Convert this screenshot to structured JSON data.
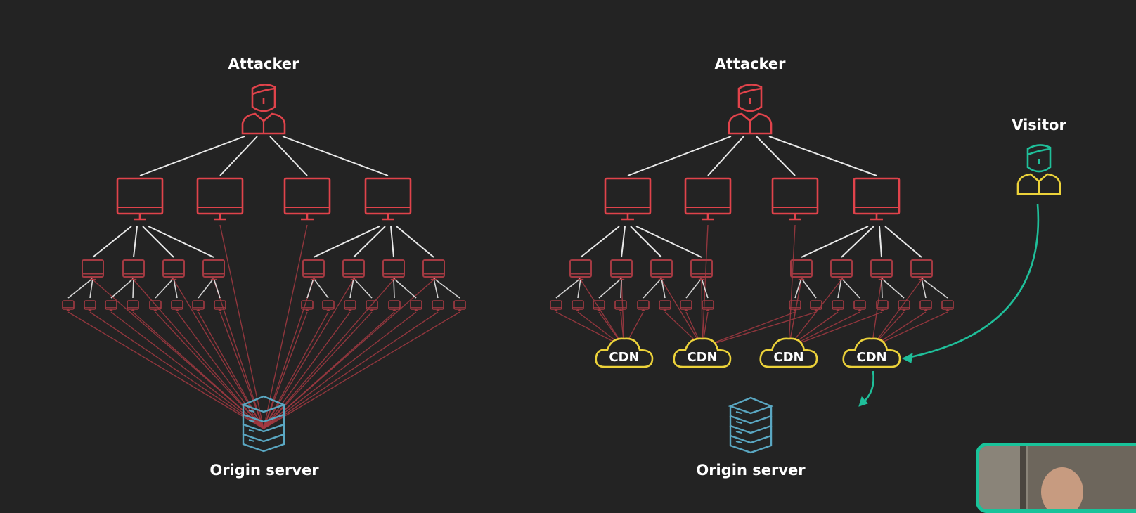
{
  "labels": {
    "left_attacker": "Attacker",
    "left_origin": "Origin server",
    "right_attacker": "Attacker",
    "right_origin": "Origin server",
    "visitor": "Visitor",
    "cdn": "CDN"
  },
  "colors": {
    "background": "#232323",
    "attack": "#e0434b",
    "attack_dim": "#a33a42",
    "edge_white": "#e9e9e9",
    "cdn_yellow": "#ecd23a",
    "visitor_teal": "#1fbf9a",
    "server_blue": "#5aa7c2"
  },
  "icons": {
    "attacker": "attacker-person-icon",
    "visitor": "visitor-person-icon",
    "computer": "monitor-icon",
    "cdn": "cloud-icon",
    "server": "server-stack-icon"
  }
}
